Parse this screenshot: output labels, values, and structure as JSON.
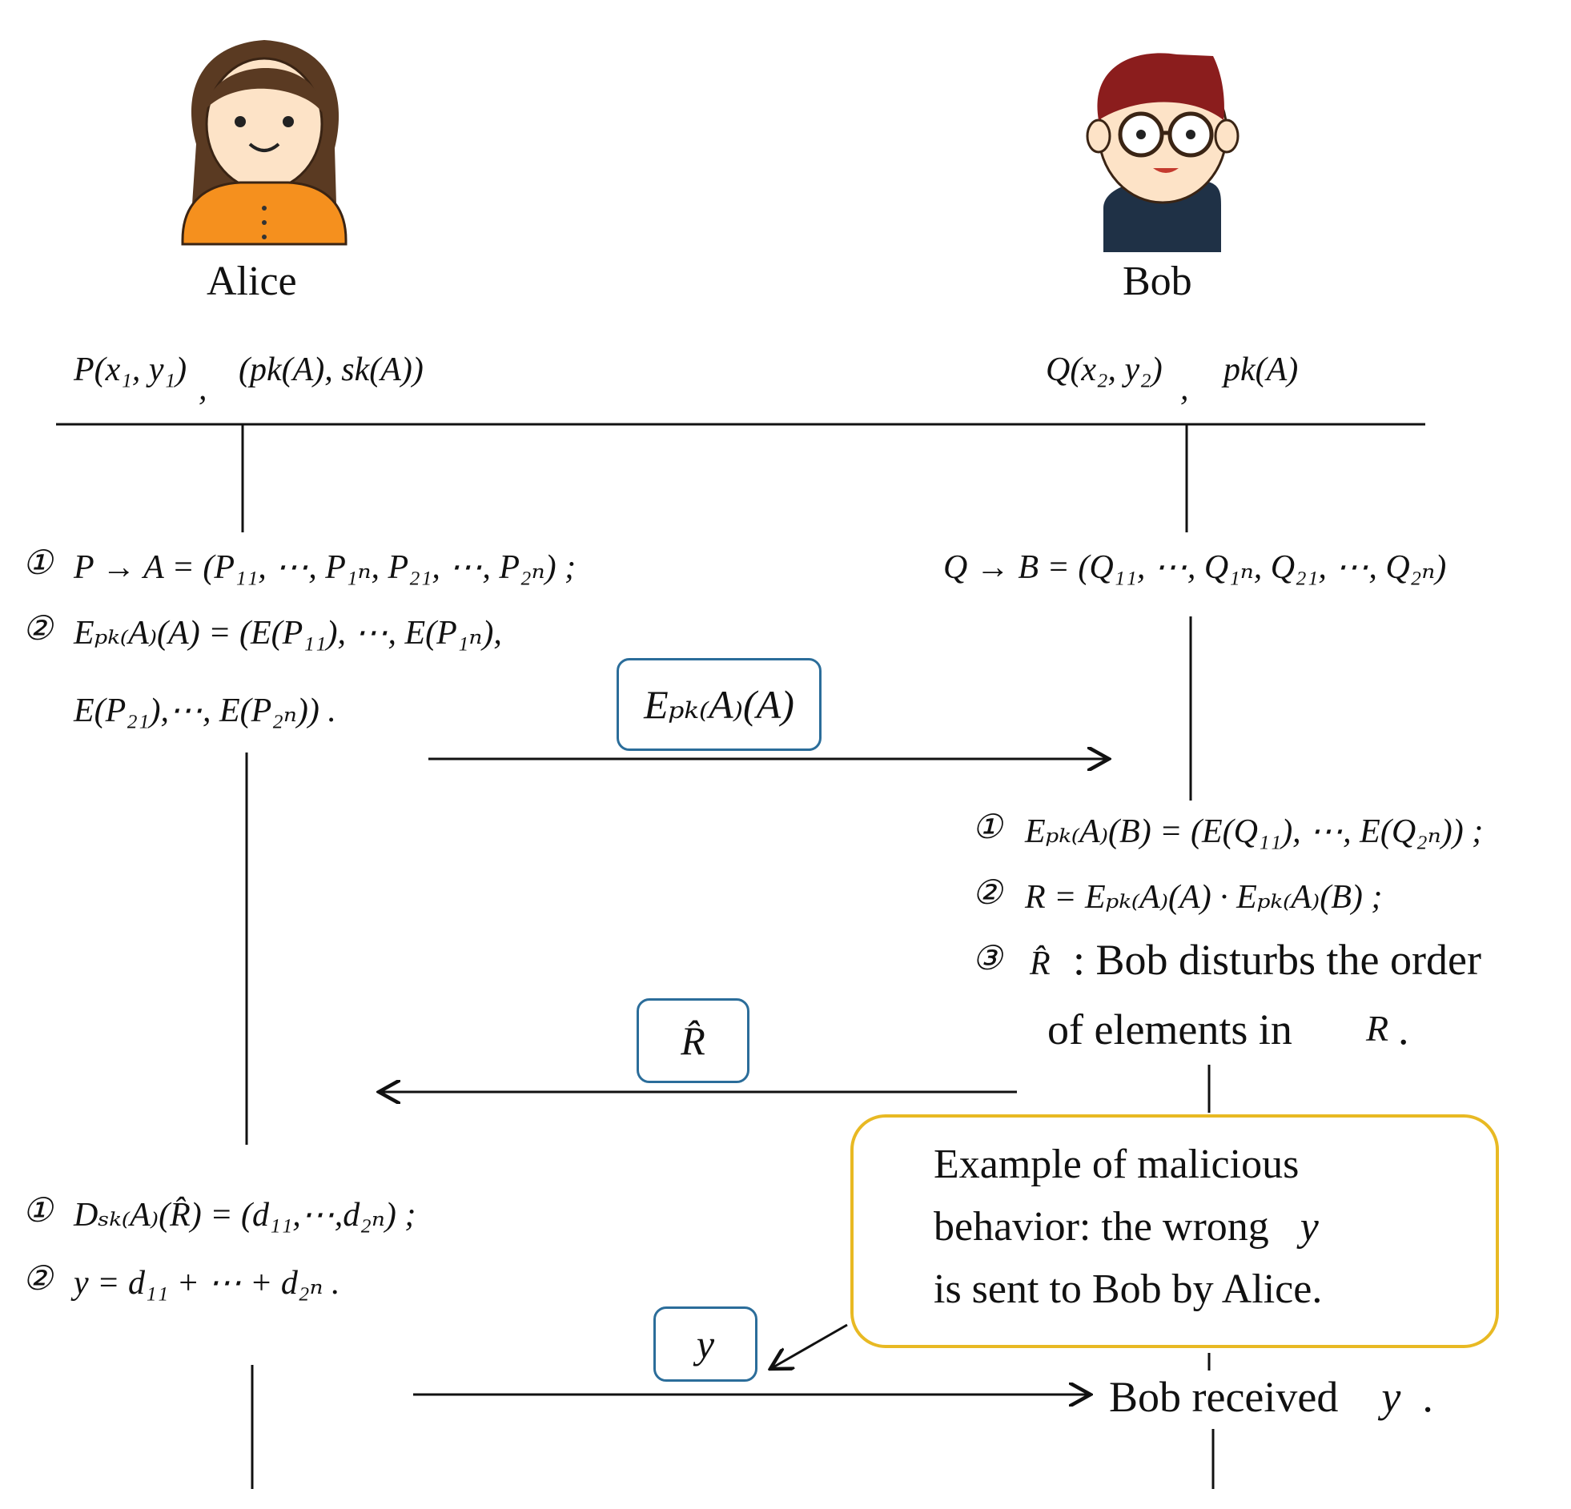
{
  "participants": {
    "alice": {
      "name": "Alice"
    },
    "bob": {
      "name": "Bob"
    }
  },
  "inputs": {
    "alice_point": "P(x₁, y₁)",
    "alice_sep": ",",
    "alice_keys": "(pk(A), sk(A))",
    "bob_point": "Q(x₂, y₂)",
    "bob_sep": ",",
    "bob_key": "pk(A)"
  },
  "alice_steps_1": {
    "s1_num": "①",
    "s1": "P → A = (P₁₁, ⋯, P₁ₙ, P₂₁, ⋯, P₂ₙ) ;",
    "s2_num": "②",
    "s2a": "Eₚₖ₍A₎(A) = (E(P₁₁), ⋯, E(P₁ₙ),",
    "s2b": "E(P₂₁),⋯, E(P₂ₙ)) ."
  },
  "bob_steps_1": {
    "s0": "Q → B = (Q₁₁, ⋯, Q₁ₙ, Q₂₁, ⋯, Q₂ₙ)"
  },
  "messages": {
    "m1": "Eₚₖ₍A₎(A)",
    "m2": "R̂",
    "m3": "y"
  },
  "bob_steps_2": {
    "s1_num": "①",
    "s1": "Eₚₖ₍A₎(B) = (E(Q₁₁), ⋯, E(Q₂ₙ)) ;",
    "s2_num": "②",
    "s2": "R = Eₚₖ₍A₎(A) · Eₚₖ₍A₎(B) ;",
    "s3_num": "③",
    "s3_sym": "R̂",
    "s3a": ": Bob disturbs the order",
    "s3b_text": "of elements in",
    "s3b_sym": "R",
    "s3b_end": "."
  },
  "alice_steps_2": {
    "s1_num": "①",
    "s1": "Dₛₖ₍A₎(R̂) = (d₁₁,⋯,d₂ₙ) ;",
    "s2_num": "②",
    "s2": "y = d₁₁ + ⋯ + d₂ₙ ."
  },
  "callout": {
    "line1": "Example of malicious",
    "line2a": "behavior: the wrong",
    "line2_sym": "y",
    "line3": "is sent to Bob by Alice."
  },
  "bob_result": {
    "text": "Bob received",
    "sym": "y",
    "end": "."
  },
  "colors": {
    "box_border": "#2b6d9a",
    "callout_border": "#e8b923",
    "alice_shirt": "#f5901e",
    "alice_hair": "#5a3a22",
    "bob_hair": "#8b1d1d",
    "bob_shirt": "#1f3146",
    "skin": "#fde3c7"
  }
}
